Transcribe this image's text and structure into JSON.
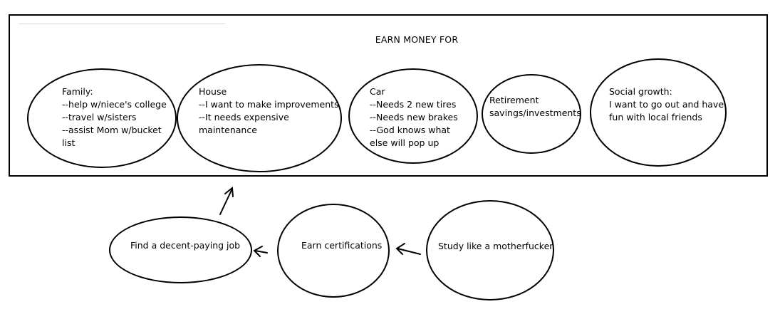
{
  "heading": "EARN MONEY FOR",
  "goals": {
    "family": {
      "title": "Family:",
      "lines": "--help w/niece's college\n--travel w/sisters\n--assist Mom w/bucket\nlist"
    },
    "house": {
      "title": "House",
      "lines": "--I want to make improvements\n--It needs expensive\nmaintenance"
    },
    "car": {
      "title": "Car",
      "lines": "--Needs 2 new tires\n--Needs new brakes\n--God knows what\nelse will pop up"
    },
    "retirement": {
      "text": "Retirement\nsavings/investments"
    },
    "social": {
      "title": "Social growth:",
      "lines": "I want to go out and have\nfun with local friends"
    }
  },
  "steps": {
    "job": "Find a decent-paying job",
    "certs": "Earn certifications",
    "study": "Study like a motherfucker"
  }
}
